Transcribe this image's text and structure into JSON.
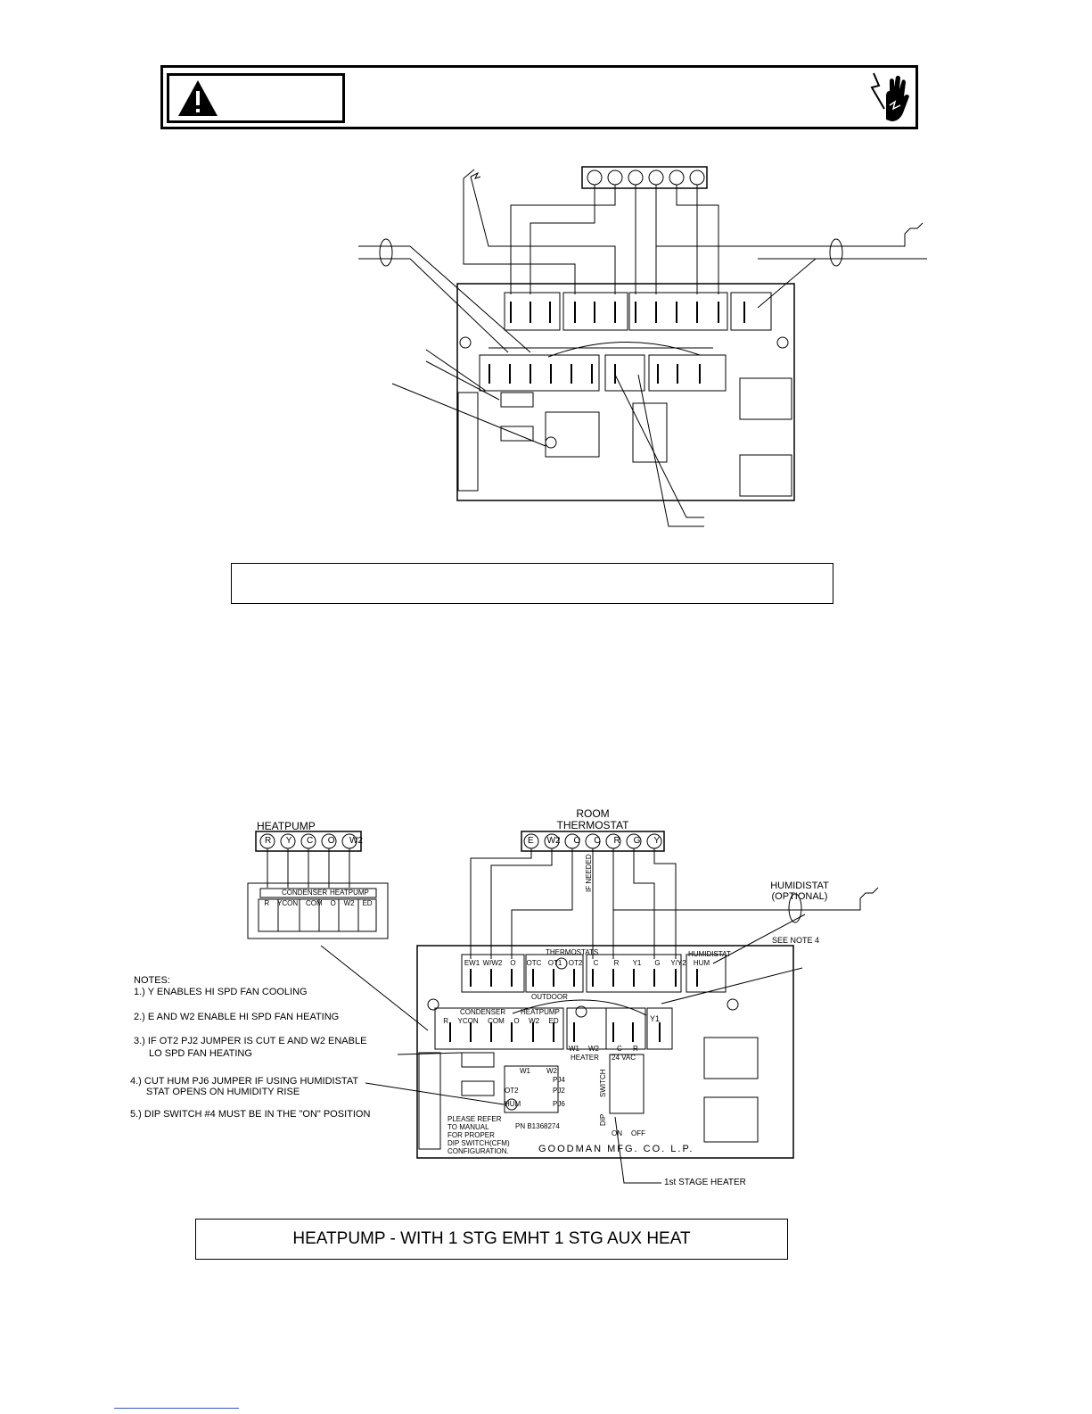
{
  "warning": {
    "label": "",
    "icon": "warning-triangle-icon",
    "hazard_icon": "electrical-hazard-hand-icon"
  },
  "diagram_top": {
    "caption": ""
  },
  "diagram_bottom": {
    "heatpump": {
      "title": "HEATPUMP",
      "terminals": [
        "R",
        "Y",
        "C",
        "O",
        "W2"
      ],
      "group_condenser": "CONDENSER",
      "group_heatpump": "HEATPUMP",
      "block_labels": [
        "R",
        "YCON",
        "COM",
        "O",
        "W2",
        "ED"
      ]
    },
    "thermostat": {
      "title_line1": "ROOM",
      "title_line2": "THERMOSTAT",
      "terminals": [
        "E",
        "W2",
        "O",
        "C",
        "R",
        "G",
        "Y"
      ],
      "if_needed": "IF NEEDED"
    },
    "humidistat": {
      "title_line1": "HUMIDISTAT",
      "title_line2": "(OPTIONAL)",
      "see_note": "SEE NOTE 4"
    },
    "board": {
      "group_thermostats": "THERMOSTATS",
      "group_humidistat": "HUMIDISTAT",
      "group_outdoor": "OUTDOOR",
      "group_condenser": "CONDENSER",
      "group_heatpump": "HEATPUMP",
      "group_heater": "HEATER",
      "group_24vac": "24 VAC",
      "top_labels": [
        "EW1",
        "W/W2",
        "O",
        "OTC",
        "OT1",
        "OT2",
        "C",
        "R",
        "Y1",
        "G",
        "Y/Y2",
        "HUM"
      ],
      "mid_labels": [
        "R",
        "YCON",
        "COM",
        "O",
        "W2",
        "ED"
      ],
      "heater_labels": [
        "W1",
        "W2"
      ],
      "vac_labels": [
        "C",
        "R"
      ],
      "y1_label": "Y1",
      "jumpers": [
        "W1",
        "W2",
        "PJ4",
        "OT2",
        "PJ2",
        "HUM",
        "PJ6"
      ],
      "dip_label": "DIP",
      "switch_label": "SWITCH",
      "on_label": "ON",
      "off_label": "OFF",
      "part_number": "PN B1368274",
      "refer_lines": [
        "PLEASE REFER",
        "TO MANUAL",
        "FOR PROPER",
        "DIP SWITCH(CFM)",
        "CONFIGURATION."
      ],
      "maker": "GOODMAN MFG. CO. L.P."
    },
    "notes": {
      "title": "NOTES:",
      "items": [
        "1.) Y ENABLES HI SPD FAN COOLING",
        "2.) E AND W2 ENABLE HI SPD FAN HEATING",
        "3.) IF OT2 PJ2 JUMPER IS CUT E AND W2 ENABLE",
        "LO SPD FAN HEATING",
        "4.) CUT HUM PJ6 JUMPER IF USING HUMIDISTAT",
        "STAT OPENS ON HUMIDITY RISE",
        "5.) DIP SWITCH #4 MUST BE IN THE \"ON\" POSITION"
      ]
    },
    "first_stage": "1st STAGE HEATER",
    "caption": "HEATPUMP - WITH 1 STG EMHT 1 STG AUX HEAT"
  }
}
